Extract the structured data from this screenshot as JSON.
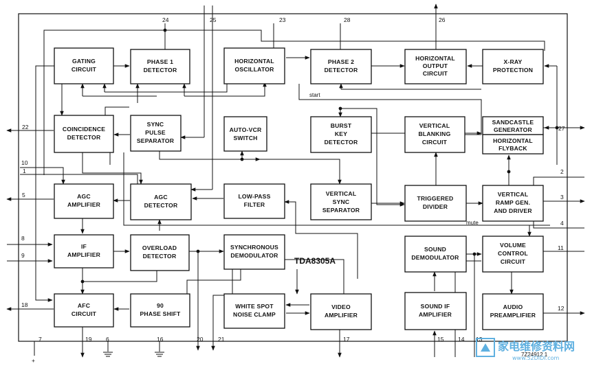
{
  "chip_name": "TDA8305A",
  "ref_code": "7Z24912 1",
  "watermark": {
    "text": "家电维修资料网",
    "url": "www.52DIDI.com"
  },
  "signals": {
    "start": "start",
    "mute": "mute"
  },
  "blocks": {
    "gating": [
      "GATING",
      "CIRCUIT"
    ],
    "phase1": [
      "PHASE 1",
      "DETECTOR"
    ],
    "hosc": [
      "HORIZONTAL",
      "OSCILLATOR"
    ],
    "phase2": [
      "PHASE 2",
      "DETECTOR"
    ],
    "hout": [
      "HORIZONTAL",
      "OUTPUT",
      "CIRCUIT"
    ],
    "xray": [
      "X-RAY",
      "PROTECTION"
    ],
    "coinc": [
      "COINCIDENCE",
      "DETECTOR"
    ],
    "syncsep": [
      "SYNC",
      "PULSE",
      "SEPARATOR"
    ],
    "autovcr": [
      "AUTO-VCR",
      "SWITCH"
    ],
    "burst": [
      "BURST",
      "KEY",
      "DETECTOR"
    ],
    "vblank": [
      "VERTICAL",
      "BLANKING",
      "CIRCUIT"
    ],
    "sandcastle": [
      "SANDCASTLE",
      "GENERATOR"
    ],
    "hflyback": [
      "HORIZONTAL",
      "FLYBACK"
    ],
    "agcamp": [
      "AGC",
      "AMPLIFIER"
    ],
    "agcdet": [
      "AGC",
      "DETECTOR"
    ],
    "lpf": [
      "LOW-PASS",
      "FILTER"
    ],
    "vsync": [
      "VERTICAL",
      "SYNC",
      "SEPARATOR"
    ],
    "trig": [
      "TRIGGERED",
      "DIVIDER"
    ],
    "vramp": [
      "VERTICAL",
      "RAMP GEN.",
      "AND DRIVER"
    ],
    "ifamp": [
      "IF",
      "AMPLIFIER"
    ],
    "overload": [
      "OVERLOAD",
      "DETECTOR"
    ],
    "syncdemod": [
      "SYNCHRONOUS",
      "DEMODULATOR"
    ],
    "sounddemod": [
      "SOUND",
      "DEMODULATOR"
    ],
    "volume": [
      "VOLUME",
      "CONTROL",
      "CIRCUIT"
    ],
    "afc": [
      "AFC",
      "CIRCUIT"
    ],
    "shift90": [
      "90",
      "PHASE SHIFT"
    ],
    "whitespot": [
      "WHITE SPOT",
      "NOISE CLAMP"
    ],
    "videoamp": [
      "VIDEO",
      "AMPLIFIER"
    ],
    "soundif": [
      "SOUND IF",
      "AMPLIFIER"
    ],
    "audiopre": [
      "AUDIO",
      "PREAMPLIFIER"
    ]
  },
  "pins": {
    "p1": "1",
    "p2": "2",
    "p3": "3",
    "p4": "4",
    "p5": "5",
    "p6": "6",
    "p7": "7",
    "p8": "8",
    "p9": "9",
    "p10": "10",
    "p11": "11",
    "p12": "12",
    "p13": "13",
    "p14": "14",
    "p15": "15",
    "p16": "16",
    "p17": "17",
    "p18": "18",
    "p19": "19",
    "p20": "20",
    "p21": "21",
    "p22": "22",
    "p23": "23",
    "p24": "24",
    "p25": "25",
    "p26": "26",
    "p27": "27",
    "p28": "28"
  },
  "supply_sign": "+"
}
